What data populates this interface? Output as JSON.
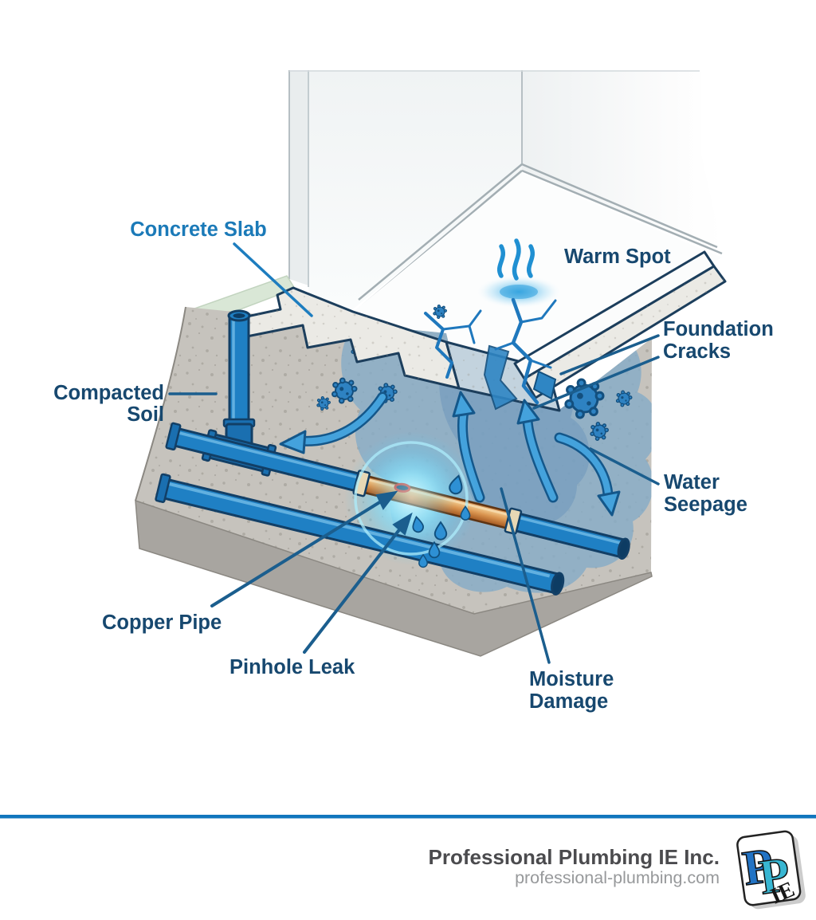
{
  "diagram": {
    "labels": {
      "concrete_slab": "Concrete Slab",
      "warm_spot": "Warm Spot",
      "foundation_cracks": {
        "line1": "Foundation",
        "line2": "Cracks"
      },
      "compacted_soil": {
        "line1": "Compacted",
        "line2": "Soil"
      },
      "water_seepage": {
        "line1": "Water",
        "line2": "Seepage"
      },
      "copper_pipe": "Copper Pipe",
      "pinhole_leak": "Pinhole Leak",
      "moisture_damage": {
        "line1": "Moisture",
        "line2": "Damage"
      }
    },
    "colors": {
      "label_navy": "#17486f",
      "label_blue": "#1b7ab8",
      "leader_navy": "#1b5e8e",
      "pipe_blue": "#1f80c4",
      "pipe_outline": "#123f66",
      "copper_orange": "#d98b4a",
      "leak_red": "#de3222",
      "moisture_blue": "#85abc7",
      "soil_gray": "#c6c3bd",
      "concrete_gray": "#ebeae5",
      "arrow_blue": "#44a2dc",
      "footer_line_blue": "#1176bd"
    }
  },
  "footer": {
    "company": "Professional Plumbing IE Inc.",
    "website": "professional-plumbing.com",
    "logo": {
      "letter1": "P",
      "letter2": "P",
      "suffix": "IE"
    }
  }
}
